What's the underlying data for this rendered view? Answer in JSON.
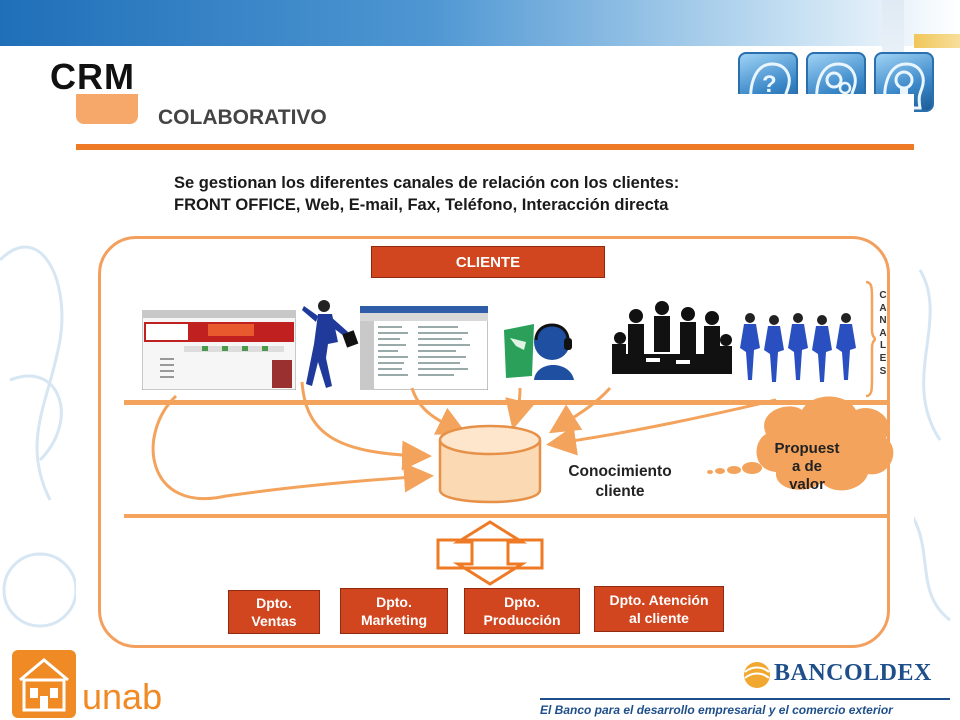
{
  "header": {
    "title": "CRM"
  },
  "slide": {
    "heading": "COLABORATIVO",
    "intro_line1": "Se gestionan los diferentes canales de relación con los clientes:",
    "intro_line2": "FRONT OFFICE, Web, E-mail, Fax, Teléfono, Interacción directa",
    "cliente_label": "CLIENTE",
    "canales_letters": [
      "C",
      "A",
      "N",
      "A",
      "L",
      "E",
      "S"
    ],
    "conocimiento_line1": "Conocimiento",
    "conocimiento_line2": "cliente",
    "propuesta_line1": "Propuest",
    "propuesta_line2": "a de",
    "propuesta_line3": "valor",
    "departments": [
      {
        "line1": "Dpto.",
        "line2": "Ventas"
      },
      {
        "line1": "Dpto.",
        "line2": "Marketing"
      },
      {
        "line1": "Dpto.",
        "line2": "Producción"
      },
      {
        "line1": "Dpto. Atención",
        "line2": "al cliente"
      }
    ]
  },
  "footer": {
    "left_logo": "unab",
    "right_logo": "BANCOLDEX",
    "slogan": "El Banco para el desarrollo empresarial y el comercio exterior"
  },
  "colors": {
    "accent_orange": "#ee7a26",
    "box_red": "#d2461f",
    "brand_blue": "#1f4f8a"
  },
  "icons": [
    "question-head-icon",
    "gears-head-icon",
    "lightbulb-head-icon",
    "web-page-icon",
    "running-businessman-icon",
    "spreadsheet-window-icon",
    "headset-operator-icon",
    "meeting-group-icon",
    "running-team-icon",
    "database-cylinder-icon",
    "thought-cloud-icon",
    "double-arrow-icon",
    "unab-building-icon",
    "bancoldex-sphere-icon"
  ]
}
